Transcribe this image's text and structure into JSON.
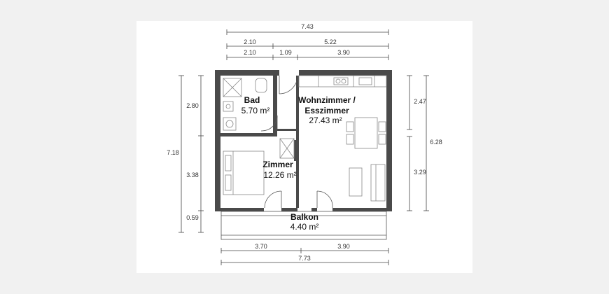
{
  "rooms": {
    "bad": {
      "name": "Bad",
      "area": "5.70 m²"
    },
    "wohn": {
      "name1": "Wohnzimmer /",
      "name2": "Esszimmer",
      "area": "27.43 m²"
    },
    "zimmer": {
      "name": "Zimmer",
      "area": "12.26 m²"
    },
    "balkon": {
      "name": "Balkon",
      "area": "4.40 m²"
    }
  },
  "dimensions": {
    "top_total": "7.43",
    "top_row2": [
      "2.10",
      "5.22"
    ],
    "top_row3": [
      "2.10",
      "1.09",
      "3.90"
    ],
    "left_total": "7.18",
    "left_parts": [
      "2.80",
      "3.38",
      "0.59"
    ],
    "right_total": "6.28",
    "right_parts": [
      "2.47",
      "3.29"
    ],
    "bottom_parts": [
      "3.70",
      "3.90"
    ],
    "bottom_total": "7.73"
  }
}
